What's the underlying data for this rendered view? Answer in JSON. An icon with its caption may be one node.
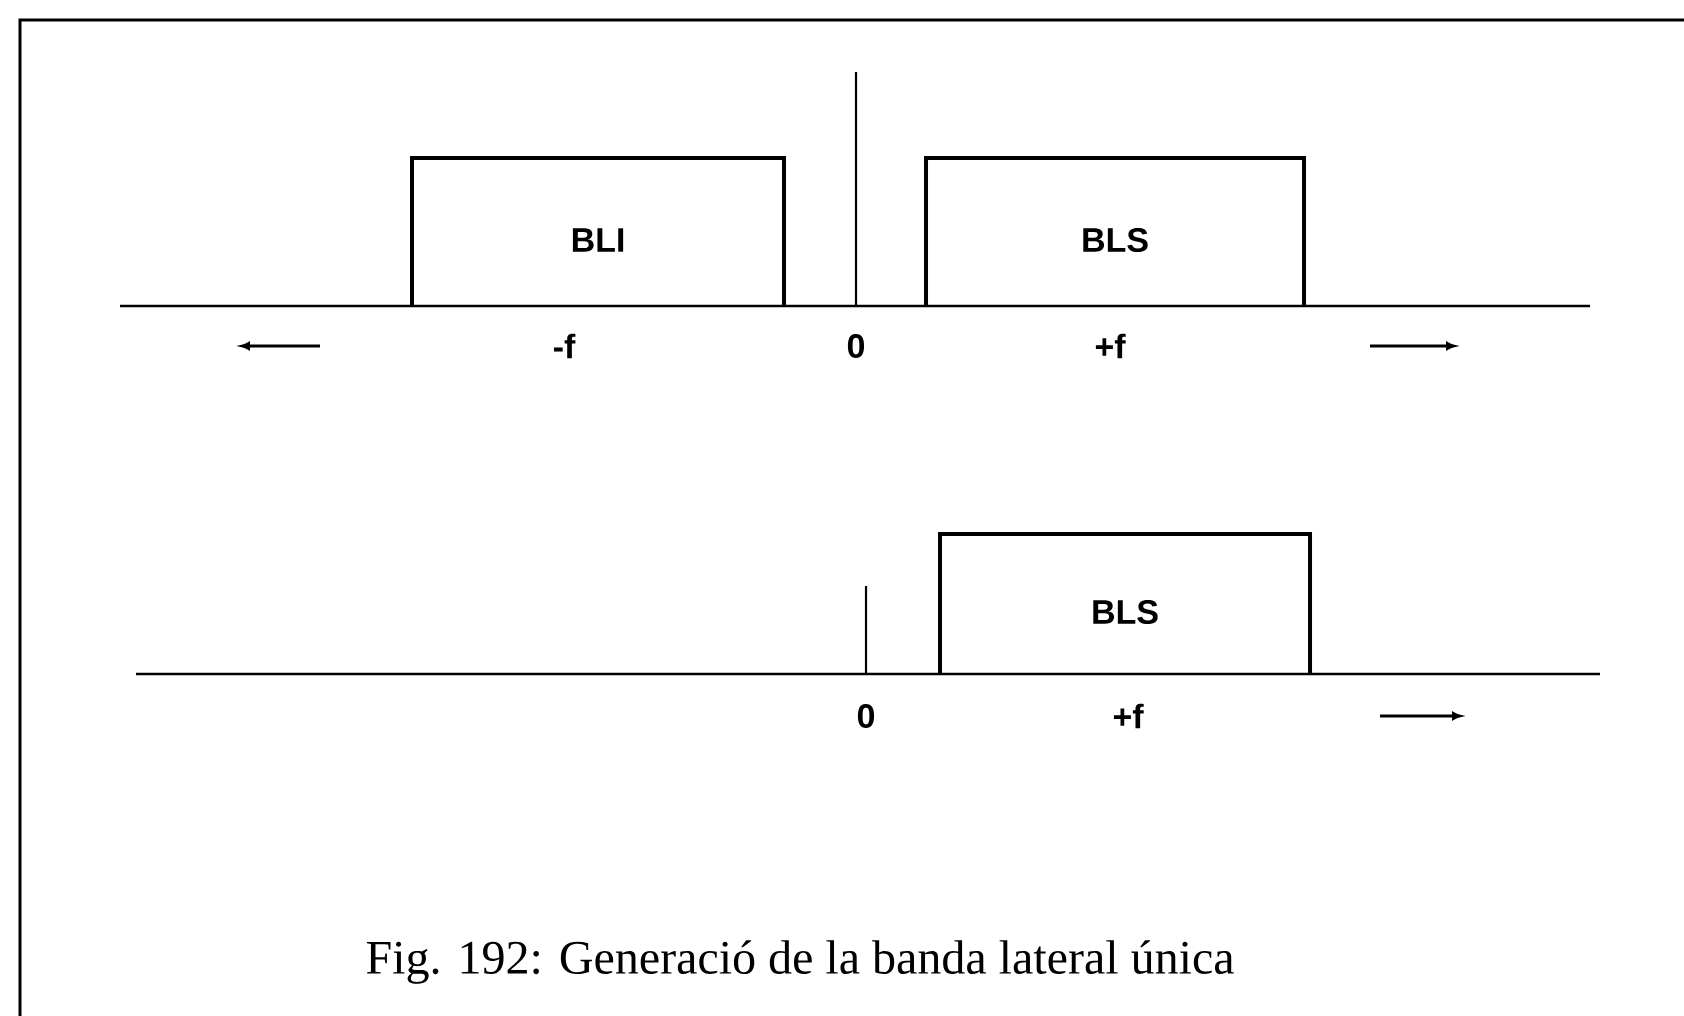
{
  "diagram": {
    "caption": "Fig. 192: Generació de la banda lateral única",
    "nodes": [
      {
        "text": [
          "BLI"
        ]
      },
      {
        "text": [
          "BLS"
        ]
      },
      {
        "text": [
          "BLS"
        ]
      }
    ],
    "labels": [
      "-f",
      "0",
      "+f",
      "0",
      "+f"
    ]
  }
}
